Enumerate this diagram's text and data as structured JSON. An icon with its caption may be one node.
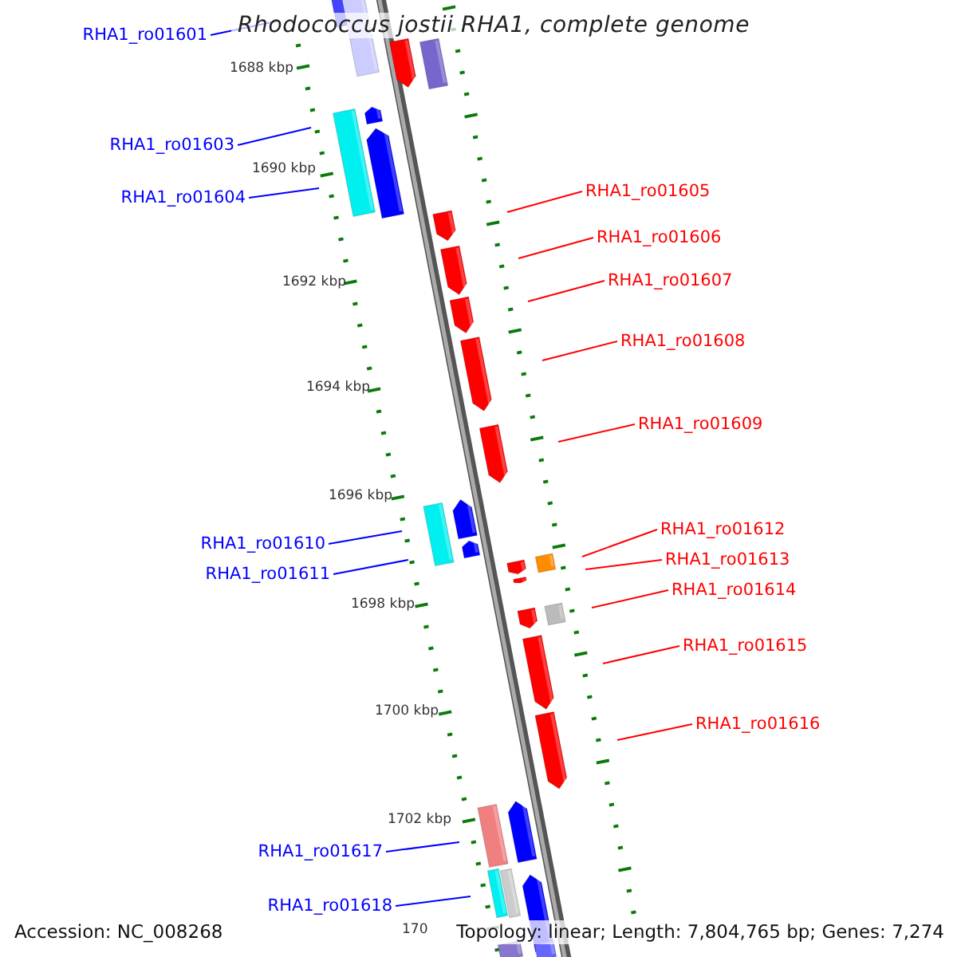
{
  "diagram": {
    "title": "Rhodococcus jostii RHA1, complete genome",
    "nodes": [
      {
        "text": [
          "RHA1_ro01601"
        ]
      },
      {
        "text": [
          "RHA1_ro01603"
        ]
      },
      {
        "text": [
          "RHA1_ro01604"
        ]
      },
      {
        "text": [
          "RHA1_ro01605"
        ]
      },
      {
        "text": [
          "RHA1_ro01606"
        ]
      },
      {
        "text": [
          "RHA1_ro01607"
        ]
      },
      {
        "text": [
          "RHA1_ro01608"
        ]
      },
      {
        "text": [
          "RHA1_ro01609"
        ]
      },
      {
        "text": [
          "RHA1_ro01610"
        ]
      },
      {
        "text": [
          "RHA1_ro01611"
        ]
      },
      {
        "text": [
          "RHA1_ro01612"
        ]
      },
      {
        "text": [
          "RHA1_ro01613"
        ]
      },
      {
        "text": [
          "RHA1_ro01614"
        ]
      },
      {
        "text": [
          "RHA1_ro01615"
        ]
      },
      {
        "text": [
          "RHA1_ro01616"
        ]
      },
      {
        "text": [
          "RHA1_ro01617"
        ]
      },
      {
        "text": [
          "RHA1_ro01618"
        ]
      }
    ],
    "edges": [
      {
        "from": 0,
        "to": null,
        "arrow": "none",
        "color": "#0000ff"
      },
      {
        "from": 1,
        "to": null,
        "arrow": "none",
        "color": "#0000ff"
      },
      {
        "from": 2,
        "to": null,
        "arrow": "none",
        "color": "#0000ff"
      },
      {
        "from": 3,
        "to": null,
        "arrow": "none"
      },
      {
        "from": 4,
        "to": null,
        "arrow": "none"
      },
      {
        "from": 5,
        "to": null,
        "arrow": "none"
      },
      {
        "from": 6,
        "to": null,
        "arrow": "none"
      },
      {
        "from": 7,
        "to": null,
        "arrow": "none"
      },
      {
        "from": 8,
        "to": null,
        "arrow": "none",
        "color": "#0000ff"
      },
      {
        "from": 9,
        "to": null,
        "arrow": "none",
        "color": "#0000ff"
      },
      {
        "from": 10,
        "to": null,
        "arrow": "none"
      },
      {
        "from": 11,
        "to": null,
        "arrow": "none"
      },
      {
        "from": 12,
        "to": null,
        "arrow": "none"
      },
      {
        "from": 13,
        "to": null,
        "arrow": "none"
      },
      {
        "from": 14,
        "to": null,
        "arrow": "none"
      },
      {
        "from": 15,
        "to": null,
        "arrow": "none",
        "color": "#0000ff"
      },
      {
        "from": 16,
        "to": null,
        "arrow": "none",
        "color": "#0000ff"
      }
    ],
    "labels": [
      "1688 kbp",
      "1690 kbp",
      "1692 kbp",
      "1694 kbp",
      "1696 kbp",
      "1698 kbp",
      "1700 kbp",
      "1702 kbp",
      "170",
      "Accession: NC_008268",
      "Topology: linear; Length: 7,804,765 bp; Genes: 7,274"
    ]
  }
}
